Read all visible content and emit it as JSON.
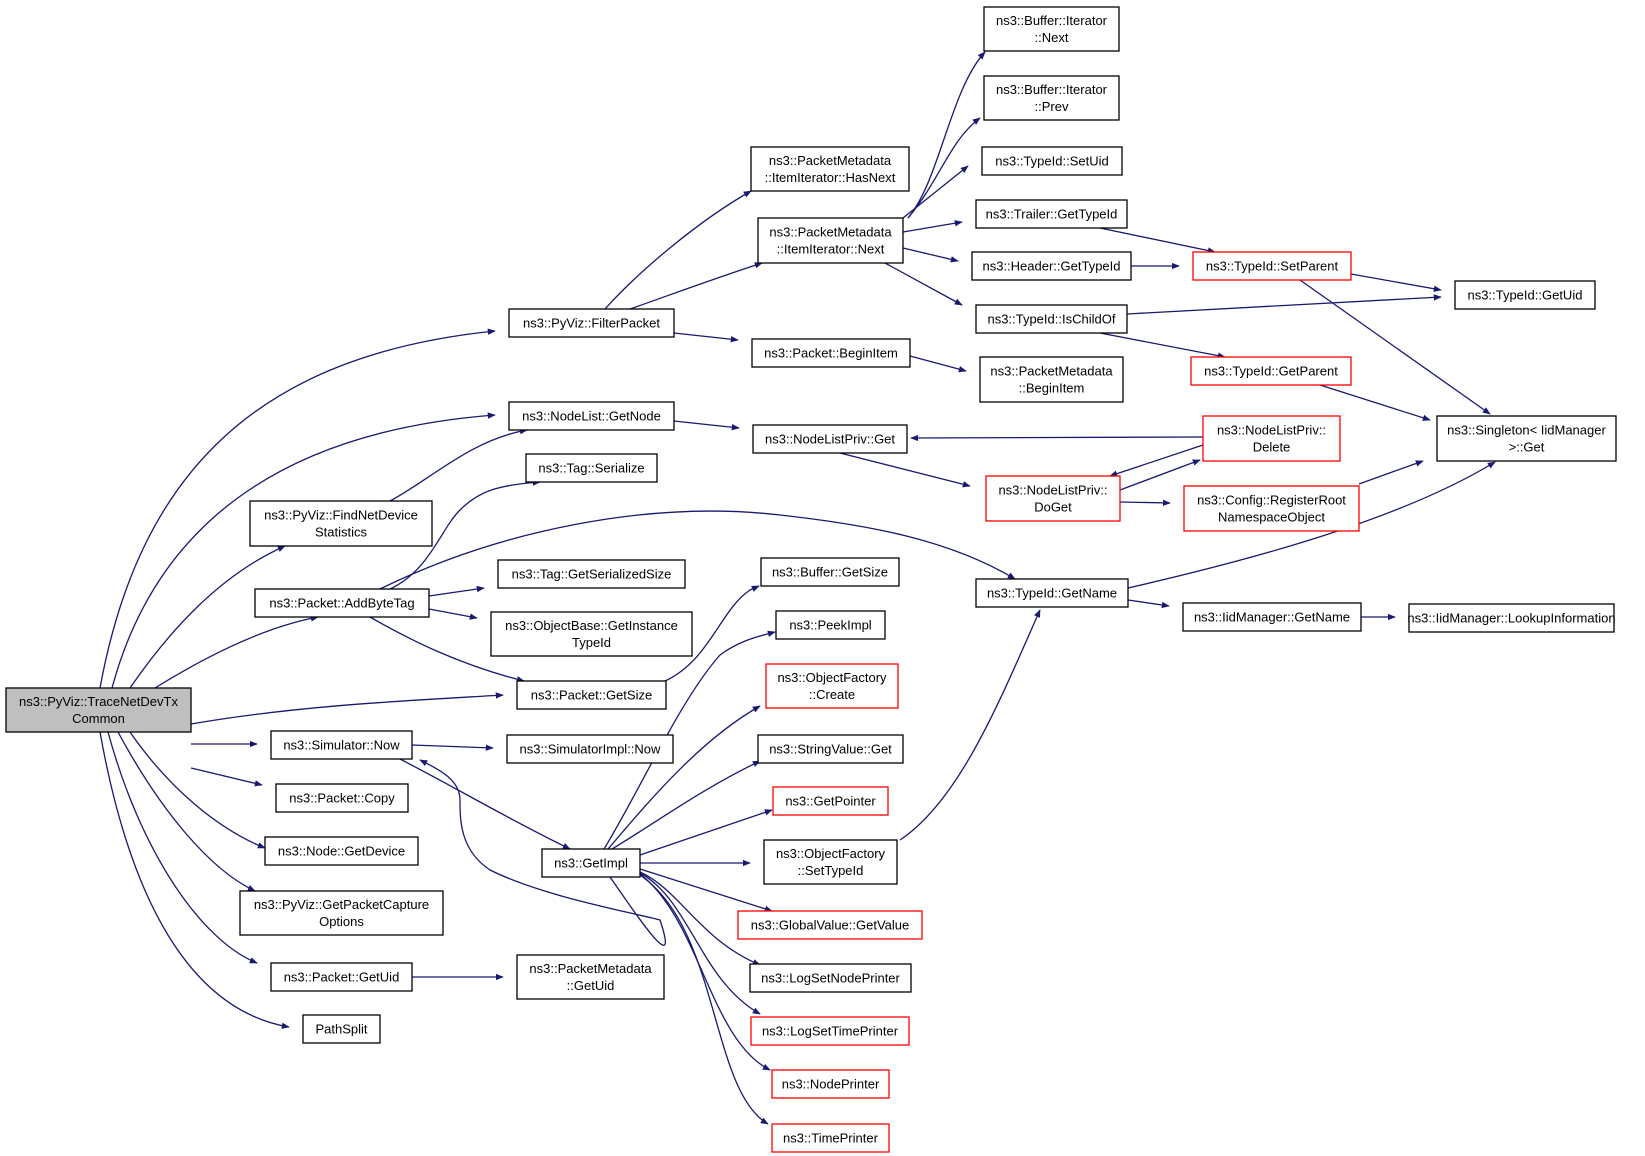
{
  "nodes": [
    {
      "id": "root",
      "lines": [
        "ns3::PyViz::TraceNetDevTx",
        "Common"
      ],
      "style": "root"
    },
    {
      "id": "filter",
      "lines": [
        "ns3::PyViz::FilterPacket"
      ],
      "style": "normal"
    },
    {
      "id": "getnode",
      "lines": [
        "ns3::NodeList::GetNode"
      ],
      "style": "normal"
    },
    {
      "id": "findnet",
      "lines": [
        "ns3::PyViz::FindNetDevice",
        "Statistics"
      ],
      "style": "normal"
    },
    {
      "id": "addbyte",
      "lines": [
        "ns3::Packet::AddByteTag"
      ],
      "style": "normal"
    },
    {
      "id": "pktgetsize",
      "lines": [
        "ns3::Packet::GetSize"
      ],
      "style": "normal"
    },
    {
      "id": "simnow",
      "lines": [
        "ns3::Simulator::Now"
      ],
      "style": "normal"
    },
    {
      "id": "pktcopy",
      "lines": [
        "ns3::Packet::Copy"
      ],
      "style": "normal"
    },
    {
      "id": "getdevice",
      "lines": [
        "ns3::Node::GetDevice"
      ],
      "style": "normal"
    },
    {
      "id": "getcapture",
      "lines": [
        "ns3::PyViz::GetPacketCapture",
        "Options"
      ],
      "style": "normal"
    },
    {
      "id": "pktgetuid",
      "lines": [
        "ns3::Packet::GetUid"
      ],
      "style": "normal"
    },
    {
      "id": "pathsplit",
      "lines": [
        "PathSplit"
      ],
      "style": "normal"
    },
    {
      "id": "tagser",
      "lines": [
        "ns3::Tag::Serialize"
      ],
      "style": "normal"
    },
    {
      "id": "taggetser",
      "lines": [
        "ns3::Tag::GetSerializedSize"
      ],
      "style": "normal"
    },
    {
      "id": "objinst",
      "lines": [
        "ns3::ObjectBase::GetInstance",
        "TypeId"
      ],
      "style": "normal"
    },
    {
      "id": "simimplnow",
      "lines": [
        "ns3::SimulatorImpl::Now"
      ],
      "style": "normal"
    },
    {
      "id": "getimpl",
      "lines": [
        "ns3::GetImpl"
      ],
      "style": "normal"
    },
    {
      "id": "pmgetuid",
      "lines": [
        "ns3::PacketMetadata",
        "::GetUid"
      ],
      "style": "normal"
    },
    {
      "id": "hasnext",
      "lines": [
        "ns3::PacketMetadata",
        "::ItemIterator::HasNext"
      ],
      "style": "normal"
    },
    {
      "id": "itnext",
      "lines": [
        "ns3::PacketMetadata",
        "::ItemIterator::Next"
      ],
      "style": "normal"
    },
    {
      "id": "beginitem",
      "lines": [
        "ns3::Packet::BeginItem"
      ],
      "style": "normal"
    },
    {
      "id": "nlpget",
      "lines": [
        "ns3::NodeListPriv::Get"
      ],
      "style": "normal"
    },
    {
      "id": "bufgetsize",
      "lines": [
        "ns3::Buffer::GetSize"
      ],
      "style": "normal"
    },
    {
      "id": "peekimpl",
      "lines": [
        "ns3::PeekImpl"
      ],
      "style": "normal"
    },
    {
      "id": "ofcreate",
      "lines": [
        "ns3::ObjectFactory",
        "::Create"
      ],
      "style": "red"
    },
    {
      "id": "svget",
      "lines": [
        "ns3::StringValue::Get"
      ],
      "style": "normal"
    },
    {
      "id": "getpointer",
      "lines": [
        "ns3::GetPointer"
      ],
      "style": "red"
    },
    {
      "id": "ofsettype",
      "lines": [
        "ns3::ObjectFactory",
        "::SetTypeId"
      ],
      "style": "normal"
    },
    {
      "id": "gvgetvalue",
      "lines": [
        "ns3::GlobalValue::GetValue"
      ],
      "style": "red"
    },
    {
      "id": "lognode",
      "lines": [
        "ns3::LogSetNodePrinter"
      ],
      "style": "normal"
    },
    {
      "id": "logtime",
      "lines": [
        "ns3::LogSetTimePrinter"
      ],
      "style": "red"
    },
    {
      "id": "nodeprinter",
      "lines": [
        "ns3::NodePrinter"
      ],
      "style": "red"
    },
    {
      "id": "timeprinter",
      "lines": [
        "ns3::TimePrinter"
      ],
      "style": "red"
    },
    {
      "id": "bufnext",
      "lines": [
        "ns3::Buffer::Iterator",
        "::Next"
      ],
      "style": "normal"
    },
    {
      "id": "bufprev",
      "lines": [
        "ns3::Buffer::Iterator",
        "::Prev"
      ],
      "style": "normal"
    },
    {
      "id": "tsetuid",
      "lines": [
        "ns3::TypeId::SetUid"
      ],
      "style": "normal"
    },
    {
      "id": "trailer",
      "lines": [
        "ns3::Trailer::GetTypeId"
      ],
      "style": "normal"
    },
    {
      "id": "header",
      "lines": [
        "ns3::Header::GetTypeId"
      ],
      "style": "normal"
    },
    {
      "id": "ischild",
      "lines": [
        "ns3::TypeId::IsChildOf"
      ],
      "style": "normal"
    },
    {
      "id": "pmbegin",
      "lines": [
        "ns3::PacketMetadata",
        "::BeginItem"
      ],
      "style": "normal"
    },
    {
      "id": "nlpdelete",
      "lines": [
        "ns3::NodeListPriv::",
        "Delete"
      ],
      "style": "red"
    },
    {
      "id": "nlpdoget",
      "lines": [
        "ns3::NodeListPriv::",
        "DoGet"
      ],
      "style": "red"
    },
    {
      "id": "tgetname",
      "lines": [
        "ns3::TypeId::GetName"
      ],
      "style": "normal"
    },
    {
      "id": "setparent",
      "lines": [
        "ns3::TypeId::SetParent"
      ],
      "style": "red"
    },
    {
      "id": "getparent",
      "lines": [
        "ns3::TypeId::GetParent"
      ],
      "style": "red"
    },
    {
      "id": "regroot",
      "lines": [
        "ns3::Config::RegisterRoot",
        "NamespaceObject"
      ],
      "style": "red"
    },
    {
      "id": "iidgetname",
      "lines": [
        "ns3::IidManager::GetName"
      ],
      "style": "normal"
    },
    {
      "id": "tgetuid",
      "lines": [
        "ns3::TypeId::GetUid"
      ],
      "style": "normal"
    },
    {
      "id": "singleton",
      "lines": [
        "ns3::Singleton< IidManager",
        ">::Get"
      ],
      "style": "normal"
    },
    {
      "id": "lookup",
      "lines": [
        "ns3::IidManager::LookupInformation"
      ],
      "style": "normal"
    }
  ]
}
